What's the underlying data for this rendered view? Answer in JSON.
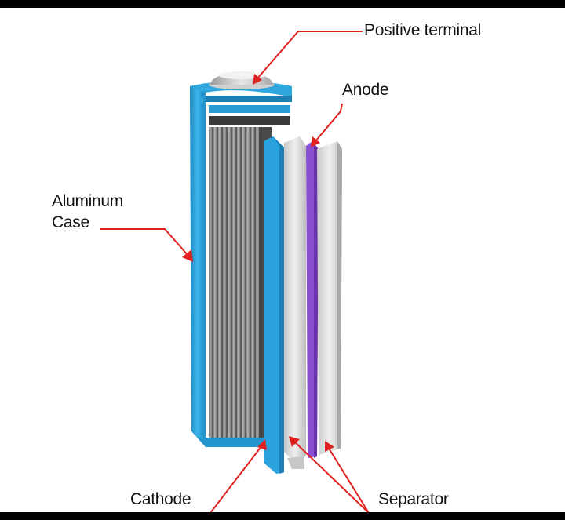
{
  "labels": {
    "positive_terminal": "Positive terminal",
    "anode": "Anode",
    "aluminum_case_line1": "Aluminum",
    "aluminum_case_line2": "Case",
    "cathode": "Cathode",
    "separator": "Separator"
  },
  "colors": {
    "background": "#ffffff",
    "frame": "#000000",
    "case_blue": "#2fa7dd",
    "case_blue_dark": "#1b7fb3",
    "anode_purple": "#8a4fd0",
    "separator_gray": "#d7d7d7",
    "leader_red": "#e0201e",
    "roll_gray": "#707070"
  }
}
